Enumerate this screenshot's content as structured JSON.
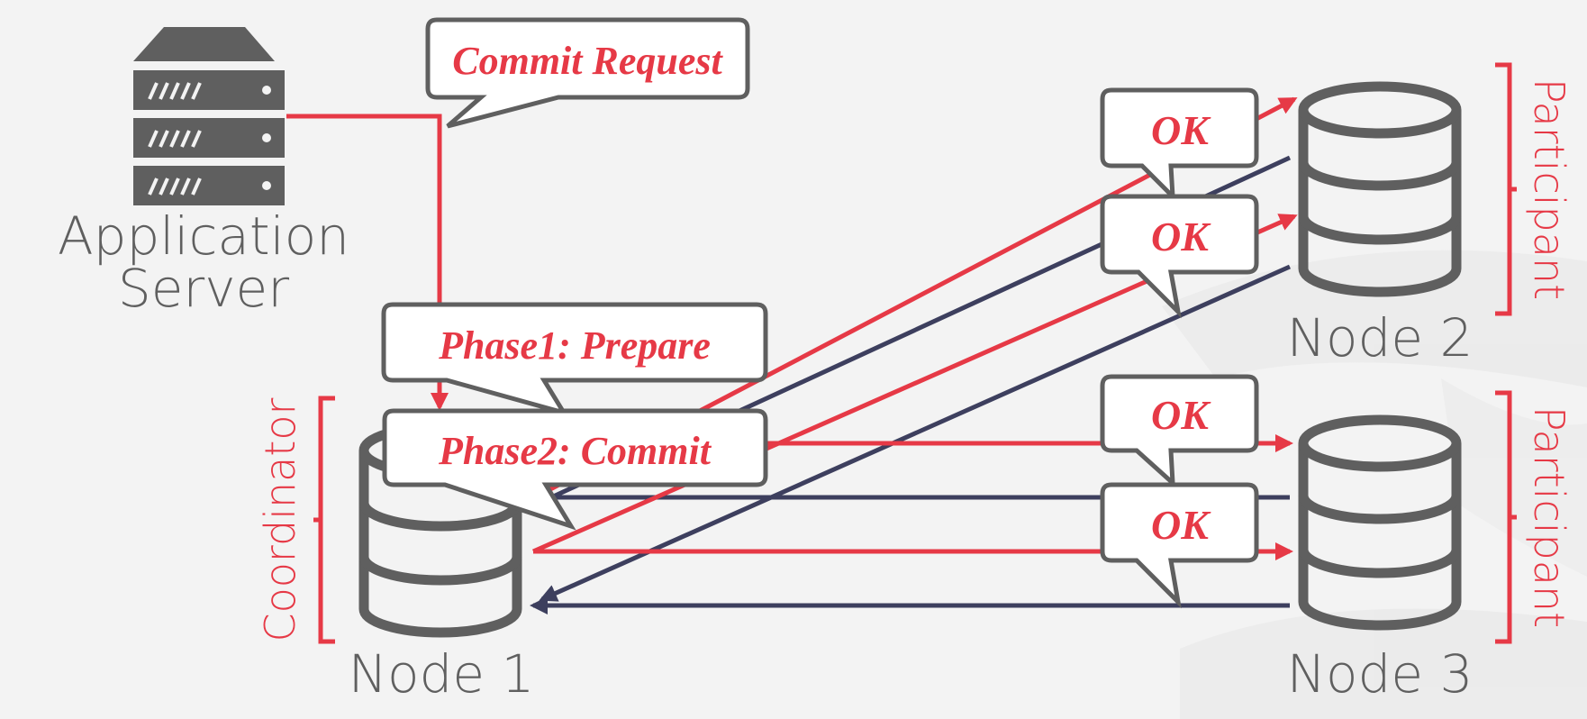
{
  "app_server": {
    "label_line1": "Application",
    "label_line2": "Server"
  },
  "nodes": {
    "node1": {
      "label": "Node 1",
      "role": "Coordinator"
    },
    "node2": {
      "label": "Node 2",
      "role": "Participant"
    },
    "node3": {
      "label": "Node 3",
      "role": "Participant"
    }
  },
  "callouts": {
    "commit_request": "Commit Request",
    "phase1": "Phase1: Prepare",
    "phase2": "Phase2: Commit",
    "ok": [
      "OK",
      "OK",
      "OK",
      "OK"
    ]
  },
  "colors": {
    "red": "#e63946",
    "navy": "#3d3f5e",
    "gray": "#5f5f5f",
    "background": "#f3f3f3"
  }
}
